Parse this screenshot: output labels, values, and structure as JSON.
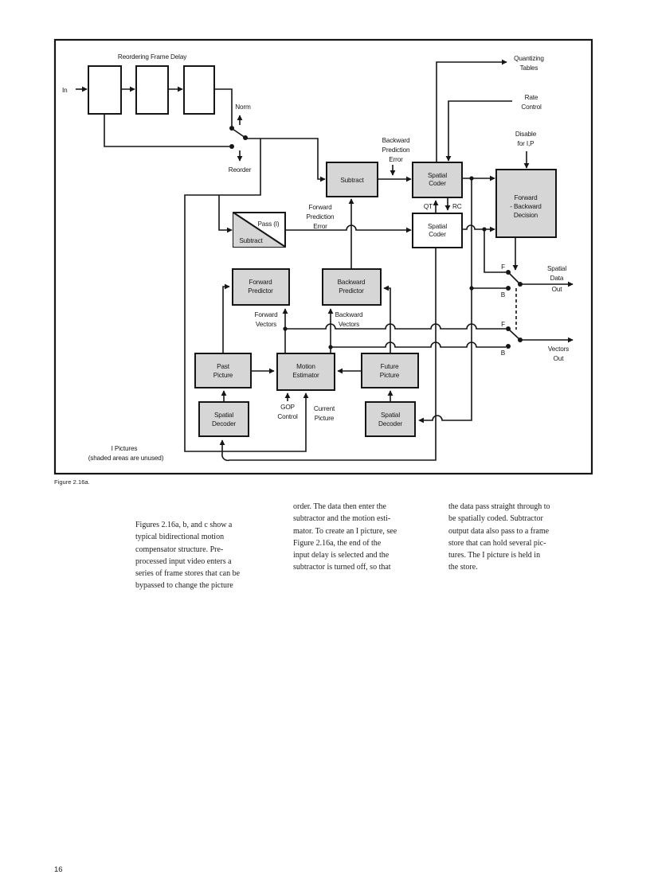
{
  "page": {
    "caption": "Figure 2.16a.",
    "page_number": "16"
  },
  "diagram": {
    "title": "Reordering Frame Delay",
    "in_label": "In",
    "switch_norm": "Norm",
    "switch_reorder": "Reorder",
    "boxes": {
      "subtract_top": "Subtract",
      "spatial_coder_1": [
        "Spatial",
        "Coder"
      ],
      "spatial_coder_2": [
        "Spatial",
        "Coder"
      ],
      "forward_backward_decision": [
        "Forward",
        "- Backward",
        "Decision"
      ],
      "pass_i": "Pass (I)",
      "pass_subtract": "Subtract",
      "forward_predictor": [
        "Forward",
        "Predictor"
      ],
      "backward_predictor": [
        "Backward",
        "Predictor"
      ],
      "past_picture": [
        "Past",
        "Picture"
      ],
      "motion_estimator": [
        "Motion",
        "Estimator"
      ],
      "future_picture": [
        "Future",
        "Picture"
      ],
      "spatial_decoder_left": [
        "Spatial",
        "Decoder"
      ],
      "spatial_decoder_right": [
        "Spatial",
        "Decoder"
      ]
    },
    "labels": {
      "quantizing_tables": [
        "Quantizing",
        "Tables"
      ],
      "rate_control": [
        "Rate",
        "Control"
      ],
      "disable_ip": [
        "Disable",
        "for I,P"
      ],
      "backward_prediction_error": [
        "Backward",
        "Prediction",
        "Error"
      ],
      "forward_prediction_error": [
        "Forward",
        "Prediction",
        "Error"
      ],
      "qt": "QT",
      "rc": "RC",
      "forward_vectors": [
        "Forward",
        "Vectors"
      ],
      "backward_vectors": [
        "Backward",
        "Vectors"
      ],
      "gop_control": [
        "GOP",
        "Control"
      ],
      "current_picture": [
        "Current",
        "Picture"
      ],
      "f": "F",
      "b": "B",
      "spatial_data_out": [
        "Spatial",
        "Data",
        "Out"
      ],
      "vectors_out": [
        "Vectors",
        "Out"
      ],
      "i_pictures": [
        "I Pictures",
        "(shaded areas are unused)"
      ]
    },
    "colors": {
      "shaded_box": "#d6d6d6",
      "line": "#161616"
    }
  },
  "body": {
    "col1_lines": [
      "Figures 2.16a, b, and c show a",
      "typical bidirectional motion",
      "compensator structure. Pre-",
      "processed input video enters a",
      "series of frame stores that can be",
      "bypassed to change the picture"
    ],
    "col2_lines": [
      "order. The data then enter the",
      "subtractor and the motion esti-",
      "mator. To create an I picture, see",
      "Figure 2.16a, the end of the",
      "input delay is selected and the",
      "subtractor is turned off, so that"
    ],
    "col3_lines": [
      "the data pass straight through to",
      "be spatially coded. Subtractor",
      "output data also pass to a frame",
      "store that can hold several pic-",
      "tures. The I picture is held in",
      "the store."
    ]
  }
}
